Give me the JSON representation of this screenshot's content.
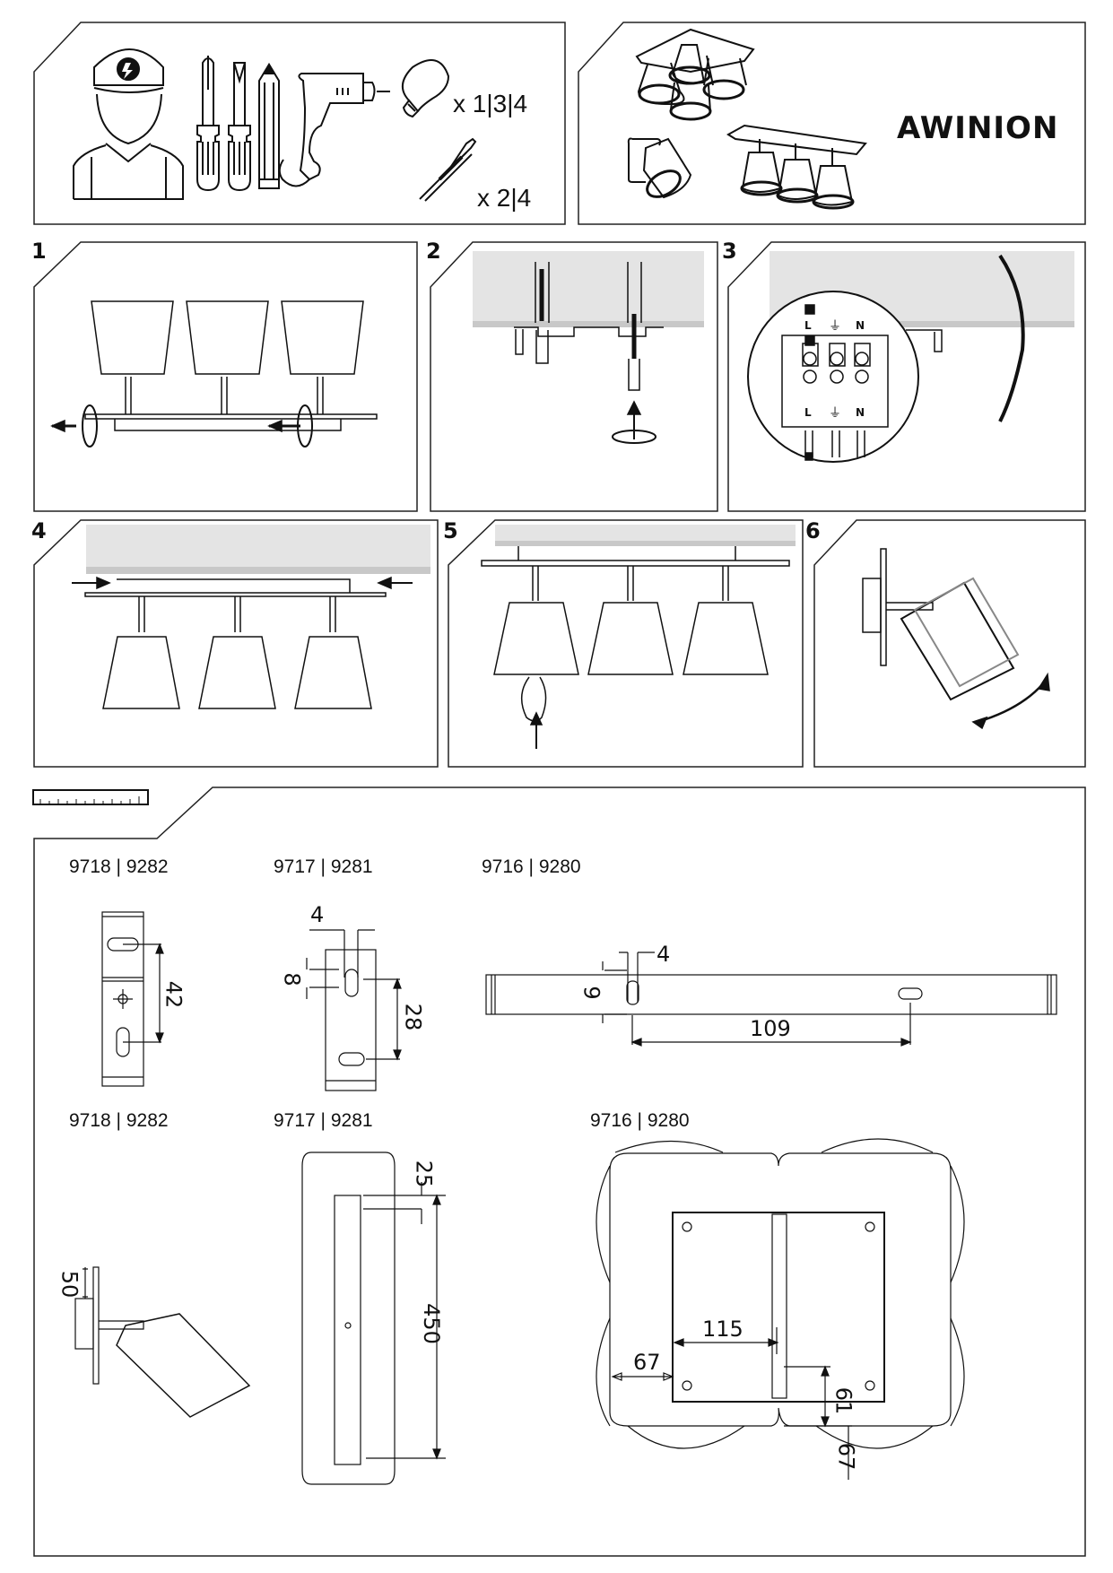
{
  "header": {
    "tools_panel": {
      "icons": [
        "electrician-icon",
        "phillips-screwdriver-icon",
        "flat-screwdriver-icon",
        "pencil-icon",
        "drill-icon",
        "light-bulb-icon",
        "wall-plug-screw-icon"
      ],
      "bulb_quantity": "x 1|3|4",
      "plug_quantity": "x 2|4"
    },
    "product_panel": {
      "brand": "AWINION",
      "variants": [
        "4-light ceiling cluster",
        "wall sconce",
        "3-light ceiling bar"
      ]
    }
  },
  "steps": [
    {
      "number": "1",
      "description": "Unscrew end knobs and remove cover plate from base"
    },
    {
      "number": "2",
      "description": "Drill holes, insert wall plugs and screw mounting bracket to ceiling"
    },
    {
      "number": "3",
      "description": "Connect wires to terminal block",
      "terminal_labels_top": [
        "L",
        "earth",
        "N"
      ],
      "terminal_labels_bottom": [
        "L",
        "earth",
        "N"
      ]
    },
    {
      "number": "4",
      "description": "Attach base plate to bracket and tighten end knobs"
    },
    {
      "number": "5",
      "description": "Insert bulbs"
    },
    {
      "number": "6",
      "description": "Adjust shade angle"
    }
  ],
  "dimensions": {
    "ruler_icon": "ruler-icon",
    "brackets": [
      {
        "model": "9718 | 9282",
        "values": [
          "42"
        ]
      },
      {
        "model": "9717 | 9281",
        "values": [
          "4",
          "8",
          "28"
        ]
      },
      {
        "model": "9716 | 9280",
        "values": [
          "4",
          "9",
          "109"
        ]
      }
    ],
    "fixtures": [
      {
        "model": "9718 | 9282",
        "values": [
          "50"
        ]
      },
      {
        "model": "9717 | 9281",
        "values": [
          "25",
          "450"
        ]
      },
      {
        "model": "9716 | 9280",
        "values": [
          "115",
          "67",
          "61",
          "67"
        ]
      }
    ]
  }
}
